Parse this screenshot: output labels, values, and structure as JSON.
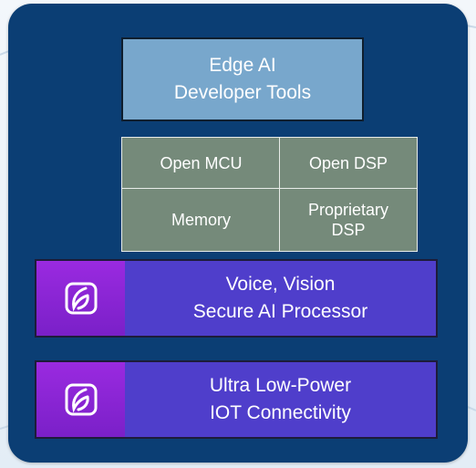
{
  "stack": {
    "developer_tools": "Edge AI\nDeveloper Tools",
    "open_mcu": "Open MCU",
    "open_dsp": "Open DSP",
    "memory": "Memory",
    "proprietary_dsp": "Proprietary\nDSP",
    "ai_processor": "Voice, Vision\nSecure AI Processor",
    "iot_connectivity": "Ultra Low-Power\nIOT Connectivity"
  },
  "icons": [
    "logo-icon",
    "logo-icon"
  ],
  "colors": {
    "panel": "#0b3e74",
    "developer_tools": "#78a7cc",
    "cells": "#758a7a",
    "rows": "#4f3ecb",
    "icon_tile": "#8a24d6"
  }
}
